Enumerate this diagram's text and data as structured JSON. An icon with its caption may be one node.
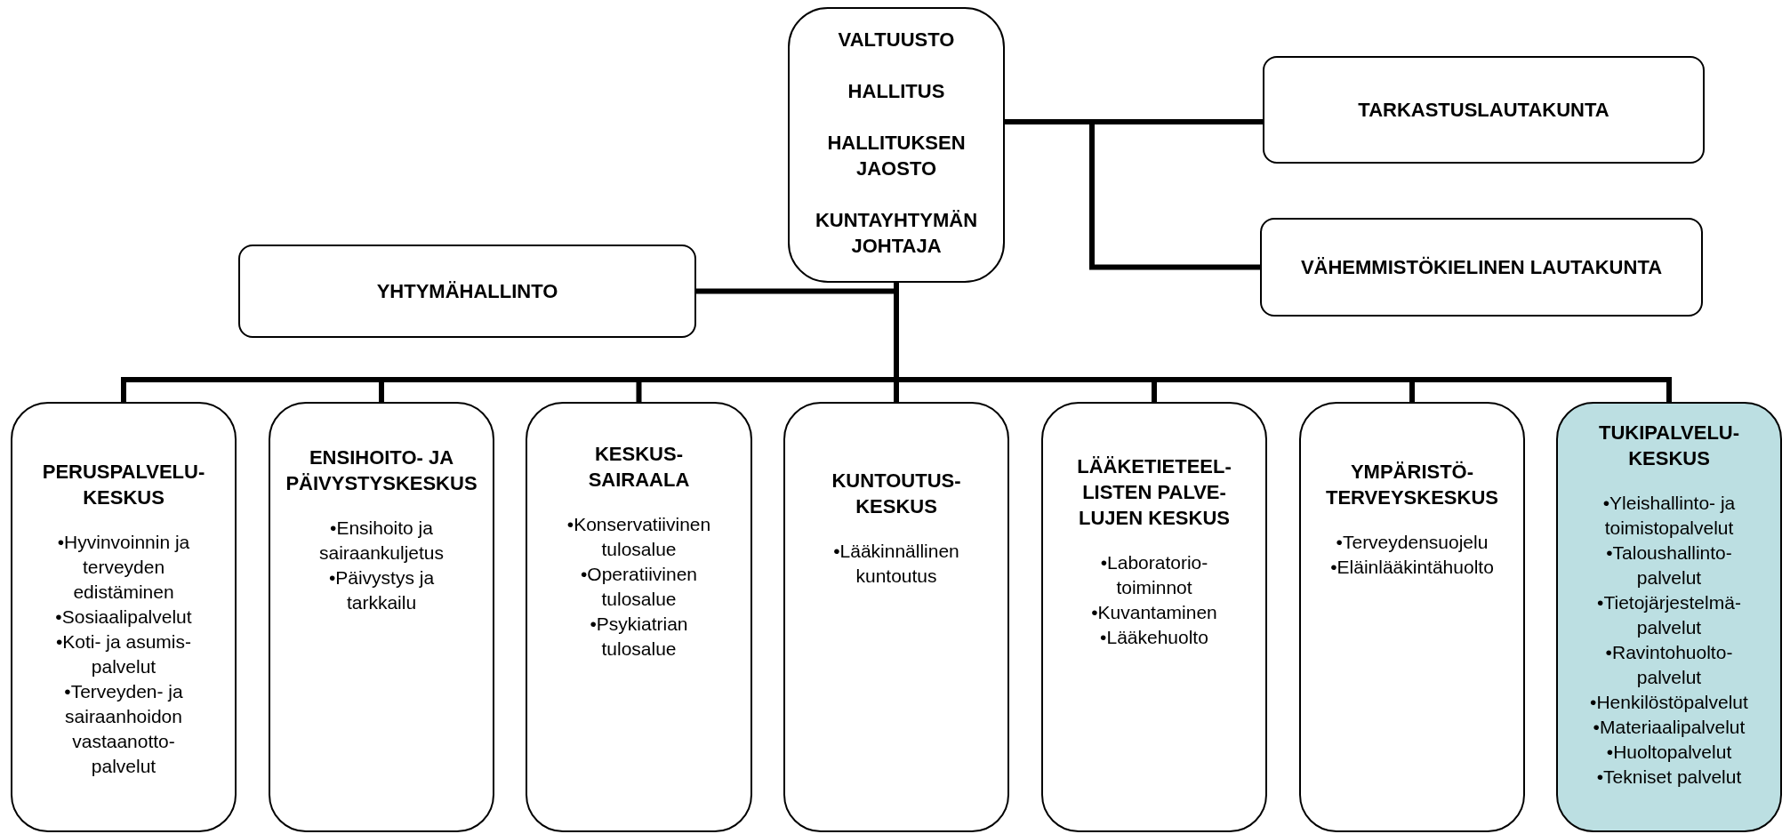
{
  "diagram": {
    "nodes": [
      {
        "text": [
          "VALTUUSTO",
          "HALLITUS",
          "HALLITUKSEN JAOSTO",
          "KUNTAYHTYMÄN JOHTAJA"
        ]
      },
      {
        "text": [
          "TARKASTUSLAUTAKUNTA"
        ]
      },
      {
        "text": [
          "VÄHEMMISTÖKIELINEN LAUTAKUNTA"
        ]
      },
      {
        "text": [
          "YHTYMÄHALLINTO"
        ]
      },
      {
        "text": [
          "PERUSPALVELU- KESKUS",
          "•Hyvinvoinnin ja terveyden edistäminen",
          "•Sosiaalipalvelut",
          "•Koti- ja asumis- palvelut",
          "•Terveyden- ja sairaanhoidon vastaanotto- palvelut"
        ]
      },
      {
        "text": [
          "ENSIHOITO- JA PÄIVYSTYSKESKUS",
          "•Ensihoito ja sairaankuljetus",
          "•Päivystys ja tarkkailu"
        ]
      },
      {
        "text": [
          "KESKUS- SAIRAALA",
          "•Konservatiivinen tulosalue",
          "•Operatiivinen tulosalue",
          "•Psykiatrian tulosalue"
        ]
      },
      {
        "text": [
          "KUNTOUTUS- KESKUS",
          "•Lääkinnällinen kuntoutus"
        ]
      },
      {
        "text": [
          "LÄÄKETIETEEL- LISTEN PALVE- LUJEN KESKUS",
          "•Laboratorio- toiminnot",
          "•Kuvantaminen",
          "•Lääkehuolto"
        ]
      },
      {
        "text": [
          "YMPÄRISTÖ- TERVEYSKESKUS",
          "•Terveydensuojelu",
          "•Eläinlääkintähuolto"
        ]
      },
      {
        "text": [
          "TUKIPALVELU- KESKUS",
          "•Yleishallinto- ja toimistopalvelut",
          "•Taloushallinto- palvelut",
          "•Tietojärjestelmä- palvelut",
          "•Ravintohuolto- palvelut",
          "•Henkilöstöpalvelut",
          "•Materiaalipalvelut",
          "•Huoltopalvelut",
          "•Tekniset palvelut"
        ]
      }
    ],
    "edges": [
      {
        "from": 0,
        "to": 1,
        "arrow": "none"
      },
      {
        "from": 0,
        "to": 2,
        "arrow": "none"
      },
      {
        "from": 0,
        "to": 3,
        "arrow": "none"
      },
      {
        "from": 0,
        "to": 4,
        "arrow": "none"
      },
      {
        "from": 0,
        "to": 5,
        "arrow": "none"
      },
      {
        "from": 0,
        "to": 6,
        "arrow": "none"
      },
      {
        "from": 0,
        "to": 7,
        "arrow": "none"
      },
      {
        "from": 0,
        "to": 8,
        "arrow": "none"
      },
      {
        "from": 0,
        "to": 9,
        "arrow": "none"
      },
      {
        "from": 0,
        "to": 10,
        "arrow": "none"
      }
    ]
  }
}
